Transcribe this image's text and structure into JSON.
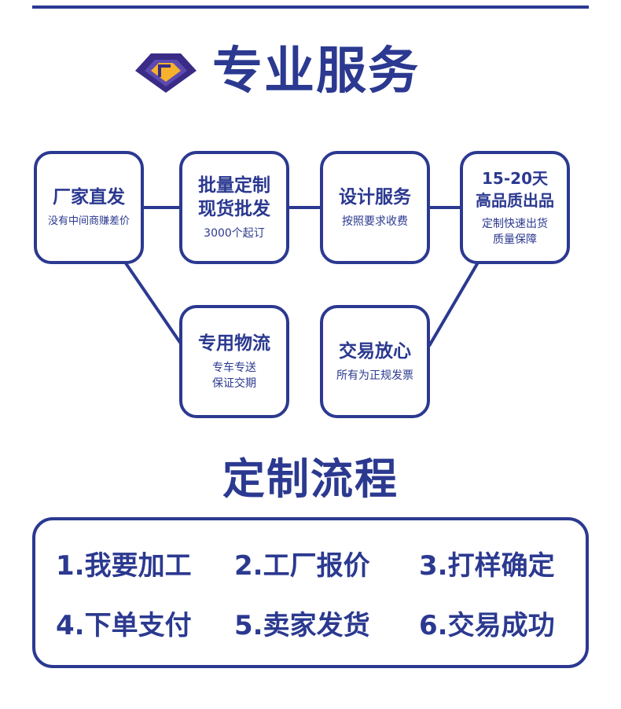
{
  "services": {
    "title": "专业服务",
    "cards": [
      {
        "title": "厂家直发",
        "sub": "没有中间商赚差价"
      },
      {
        "title_line1": "批量定制",
        "title_line2": "现货批发",
        "sub": "3000个起订"
      },
      {
        "title": "设计服务",
        "sub": "按照要求收费"
      },
      {
        "title_line1": "15-20天",
        "title_line2": "高品质出品",
        "sub_line1": "定制快速出货",
        "sub_line2": "质量保障"
      },
      {
        "title": "专用物流",
        "sub_line1": "专车专送",
        "sub_line2": "保证交期"
      },
      {
        "title": "交易放心",
        "sub": "所有为正规发票"
      }
    ]
  },
  "process": {
    "title": "定制流程",
    "steps": [
      "1.我要加工",
      "2.工厂报价",
      "3.打样确定",
      "4.下单支付",
      "5.卖家发货",
      "6.交易成功"
    ]
  },
  "colors": {
    "primary": "#2b3990",
    "accent": "#f6b12d",
    "logo_dark": "#3a2b86",
    "logo_mid": "#5b4bb0"
  }
}
